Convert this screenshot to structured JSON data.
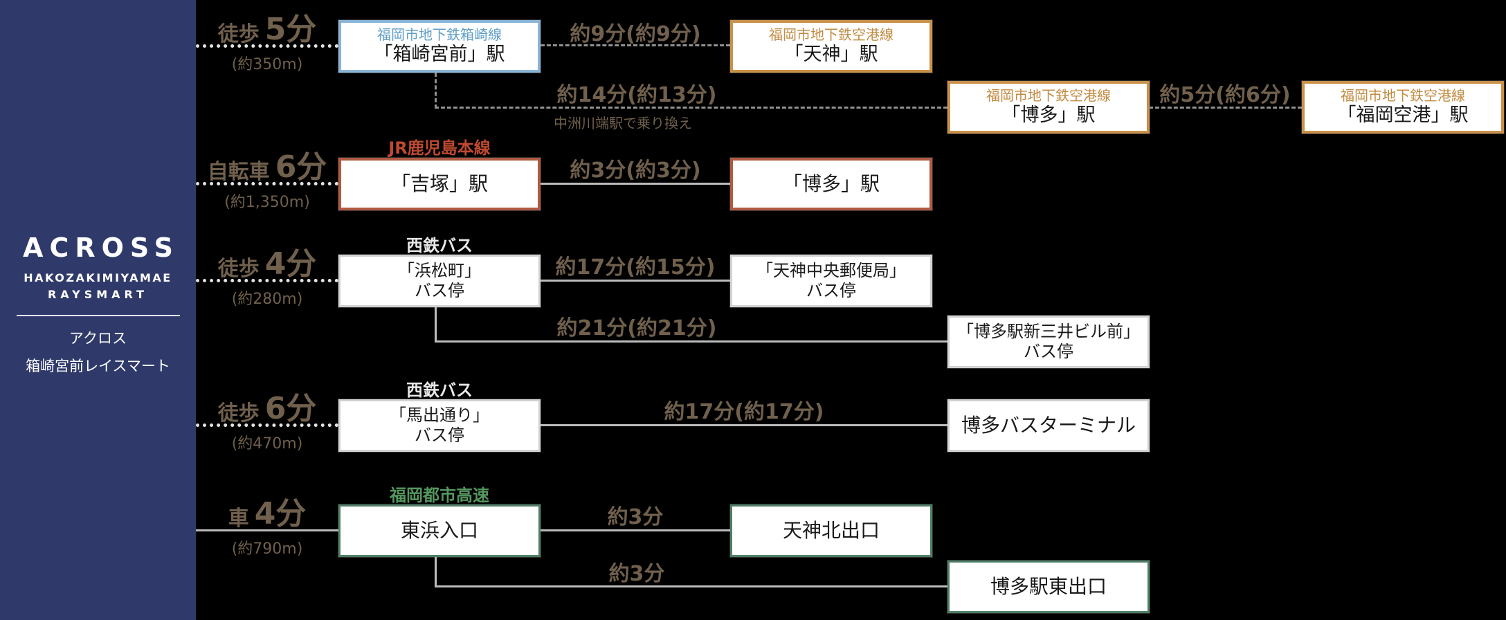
{
  "brand": {
    "logo": "ACROSS",
    "logo_sub1": "HAKOZAKIMIYAMAE",
    "logo_sub2": "RAYSMART",
    "name_ja_1": "アクロス",
    "name_ja_2": "箱崎宮前レイスマート"
  },
  "colors": {
    "sidebar": "#2f3a6a",
    "background": "#000000",
    "accent_blue": "#8ab4d4",
    "accent_orange": "#c9914a",
    "accent_red": "#b05a42",
    "accent_gray": "#d2d2d2",
    "accent_green": "#4e8068",
    "text_blue": "#5f9ec7",
    "text_orange": "#c18a40",
    "text_red": "#bf4a2f",
    "text_green": "#55975f",
    "text_brown": "#70604c"
  },
  "access": {
    "row1": {
      "mode": "徒歩",
      "time": "5分",
      "dist": "(約350m)"
    },
    "row2": {
      "mode": "自転車",
      "time": "6分",
      "dist": "(約1,350m)"
    },
    "row3": {
      "mode": "徒歩",
      "time": "4分",
      "dist": "(約280m)"
    },
    "row4": {
      "mode": "徒歩",
      "time": "6分",
      "dist": "(約470m)"
    },
    "row5": {
      "mode": "車",
      "time": "4分",
      "dist": "(約790m)"
    }
  },
  "lines": {
    "hakozaki_line": "福岡市地下鉄箱崎線",
    "kuko_line": "福岡市地下鉄空港線",
    "jr_line": "JR鹿児島本線",
    "bus": "西鉄バス",
    "expressway": "福岡都市高速"
  },
  "stations": {
    "hakozakimiyamae": "「箱崎宮前」駅",
    "tenjin": "「天神」駅",
    "hakata_subway": "「博多」駅",
    "fukuoka_airport": "「福岡空港」駅",
    "yoshizuka": "「吉塚」駅",
    "hakata_jr": "「博多」駅",
    "hamamatsucho": "「浜松町」\nバス停",
    "tenjin_chuo_yubinkyoku": "「天神中央郵便局」\nバス停",
    "hakataeki_shinmitsui": "「博多駅新三井ビル前」\nバス停",
    "maidashi_dori": "「馬出通り」\nバス停",
    "hakata_bus_terminal": "博多バスターミナル",
    "higashihama_iriguchi": "東浜入口",
    "tenjin_kita_deguchi": "天神北出口",
    "hakataeki_higashi_deguchi": "博多駅東出口"
  },
  "durations": {
    "hakozaki_to_tenjin": "約9分(約9分)",
    "hakozaki_to_hakata": "約14分(約13分)",
    "transfer_note": "中洲川端駅で乗り換え",
    "hakata_to_airport": "約5分(約6分)",
    "yoshizuka_to_hakata": "約3分(約3分)",
    "hamamatsucho_to_tenjin": "約17分(約15分)",
    "hamamatsucho_to_hakata": "約21分(約21分)",
    "maidashi_to_terminal": "約17分(約17分)",
    "higashihama_to_tenjinkita": "約3分",
    "higashihama_to_hakatahigashi": "約3分"
  }
}
